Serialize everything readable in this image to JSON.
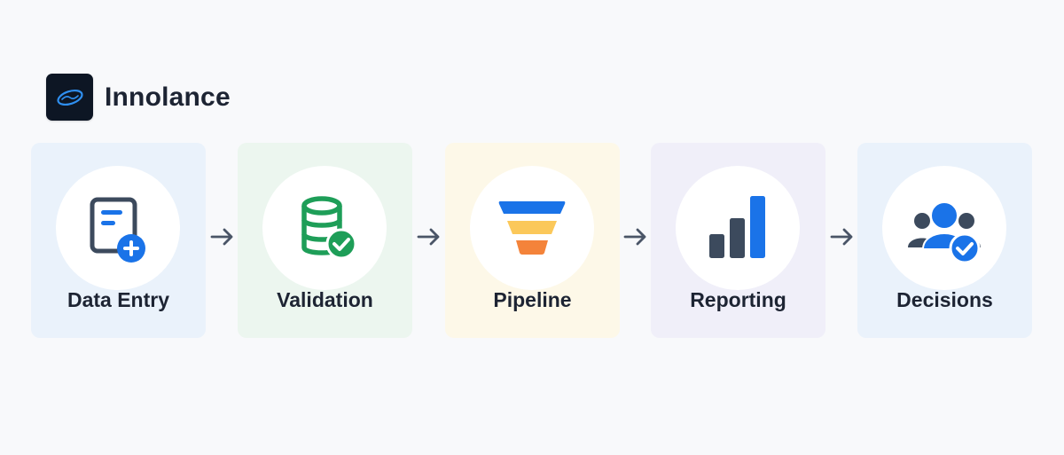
{
  "brand": {
    "name": "Innolance",
    "logo_icon": "wave-logo-icon"
  },
  "steps": [
    {
      "label": "Data Entry",
      "icon": "form-add-icon",
      "bg": "#eaf2fb"
    },
    {
      "label": "Validation",
      "icon": "database-check-icon",
      "bg": "#ecf6ef"
    },
    {
      "label": "Pipeline",
      "icon": "funnel-icon",
      "bg": "#fdf8e8"
    },
    {
      "label": "Reporting",
      "icon": "bar-chart-icon",
      "bg": "#f0eff9"
    },
    {
      "label": "Decisions",
      "icon": "team-check-icon",
      "bg": "#eaf2fb"
    }
  ],
  "colors": {
    "primary_blue": "#1a73e8",
    "green": "#1e9e58",
    "yellow": "#fbc85a",
    "orange": "#f4833a",
    "slate": "#3c4a5d",
    "arrow": "#4a5567"
  }
}
